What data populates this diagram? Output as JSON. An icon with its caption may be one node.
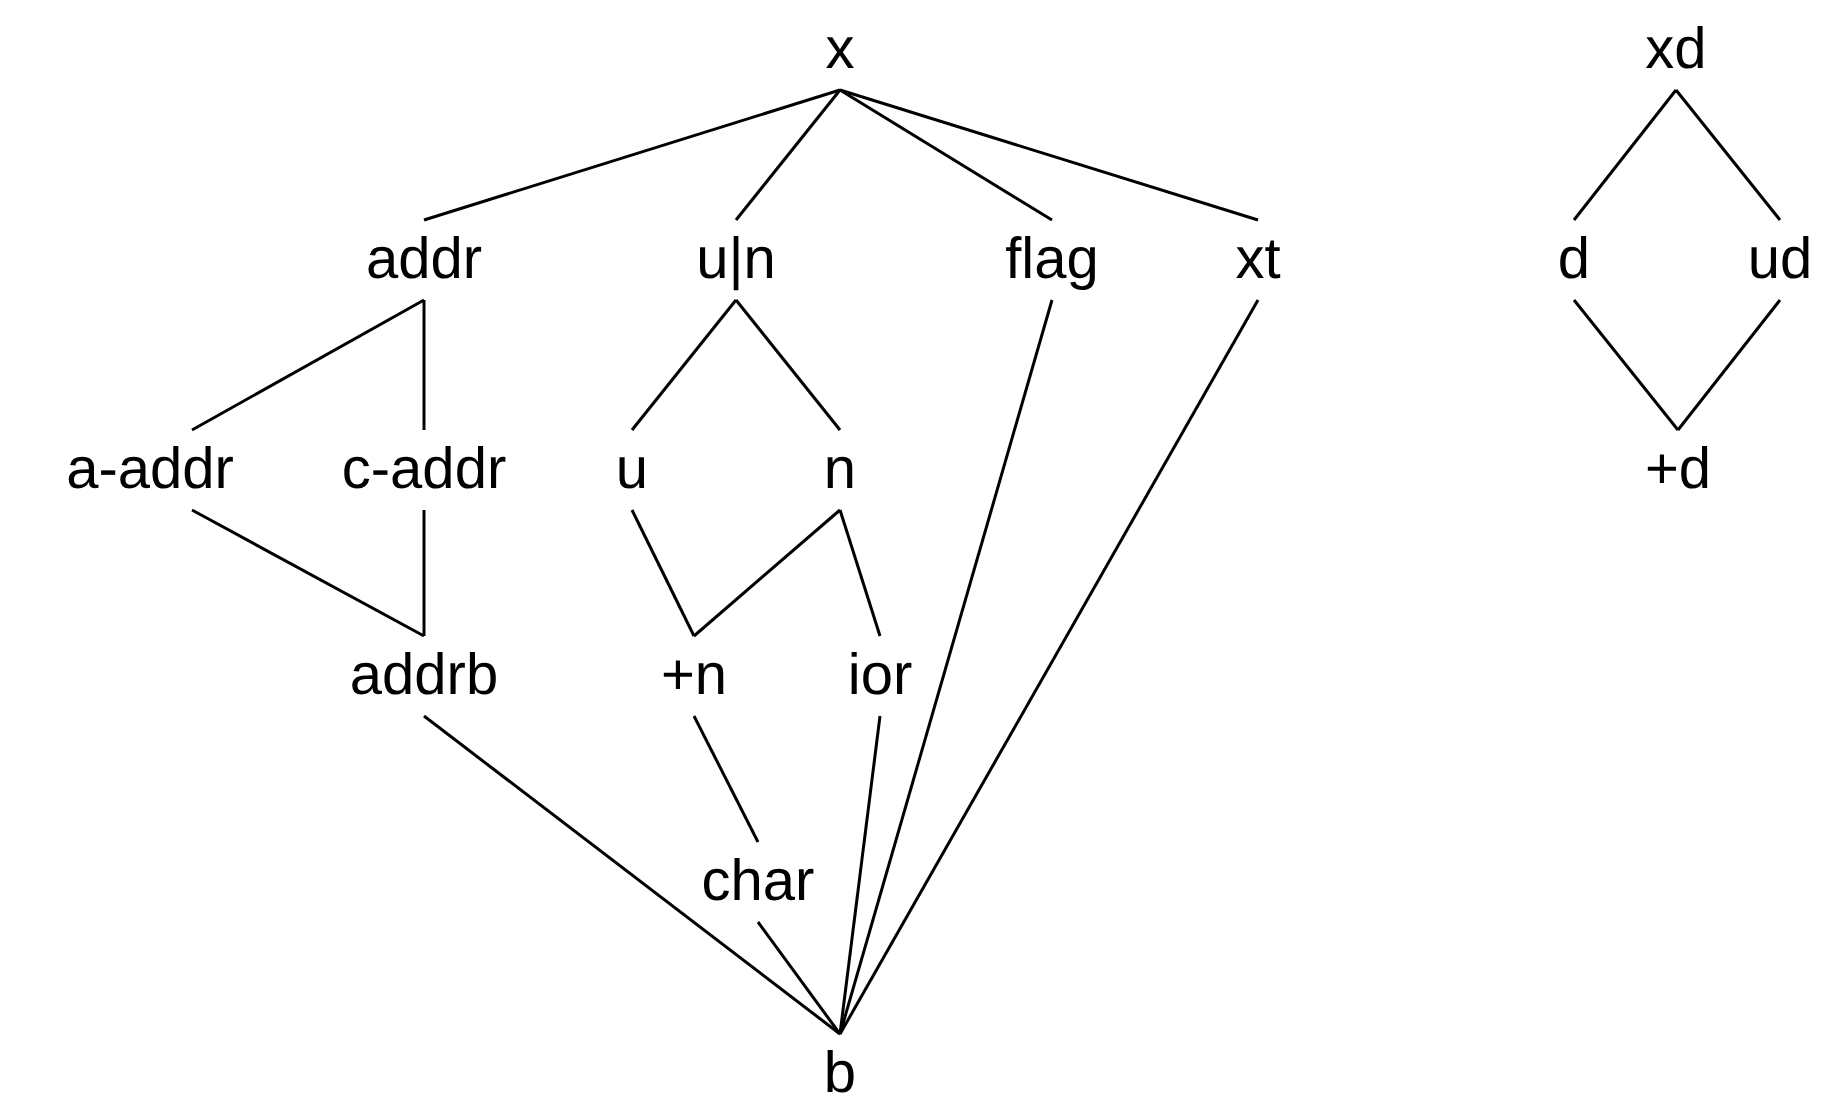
{
  "diagram": {
    "nodes": [
      {
        "text": [
          "x"
        ]
      },
      {
        "text": [
          "xd"
        ]
      },
      {
        "text": [
          "addr"
        ]
      },
      {
        "text": [
          "u|n"
        ]
      },
      {
        "text": [
          "flag"
        ]
      },
      {
        "text": [
          "xt"
        ]
      },
      {
        "text": [
          "d"
        ]
      },
      {
        "text": [
          "ud"
        ]
      },
      {
        "text": [
          "a-addr"
        ]
      },
      {
        "text": [
          "c-addr"
        ]
      },
      {
        "text": [
          "u"
        ]
      },
      {
        "text": [
          "n"
        ]
      },
      {
        "text": [
          "+d"
        ]
      },
      {
        "text": [
          "addrb"
        ]
      },
      {
        "text": [
          "+n"
        ]
      },
      {
        "text": [
          "ior"
        ]
      },
      {
        "text": [
          "char"
        ]
      },
      {
        "text": [
          "b"
        ]
      }
    ],
    "edges": [
      {
        "from": 0,
        "to": 2,
        "arrow": "none"
      },
      {
        "from": 0,
        "to": 3,
        "arrow": "none"
      },
      {
        "from": 0,
        "to": 4,
        "arrow": "none"
      },
      {
        "from": 0,
        "to": 5,
        "arrow": "none"
      },
      {
        "from": 1,
        "to": 6,
        "arrow": "none"
      },
      {
        "from": 1,
        "to": 7,
        "arrow": "none"
      },
      {
        "from": 2,
        "to": 8,
        "arrow": "none"
      },
      {
        "from": 2,
        "to": 9,
        "arrow": "none"
      },
      {
        "from": 3,
        "to": 10,
        "arrow": "none"
      },
      {
        "from": 3,
        "to": 11,
        "arrow": "none"
      },
      {
        "from": 6,
        "to": 12,
        "arrow": "none"
      },
      {
        "from": 7,
        "to": 12,
        "arrow": "none"
      },
      {
        "from": 8,
        "to": 13,
        "arrow": "none"
      },
      {
        "from": 9,
        "to": 13,
        "arrow": "none"
      },
      {
        "from": 10,
        "to": 14,
        "arrow": "none"
      },
      {
        "from": 11,
        "to": 14,
        "arrow": "none"
      },
      {
        "from": 11,
        "to": 15,
        "arrow": "none"
      },
      {
        "from": 13,
        "to": 17,
        "arrow": "none"
      },
      {
        "from": 14,
        "to": 16,
        "arrow": "none"
      },
      {
        "from": 16,
        "to": 17,
        "arrow": "none"
      },
      {
        "from": 15,
        "to": 17,
        "arrow": "none"
      },
      {
        "from": 4,
        "to": 17,
        "arrow": "none"
      },
      {
        "from": 5,
        "to": 17,
        "arrow": "none"
      }
    ]
  }
}
